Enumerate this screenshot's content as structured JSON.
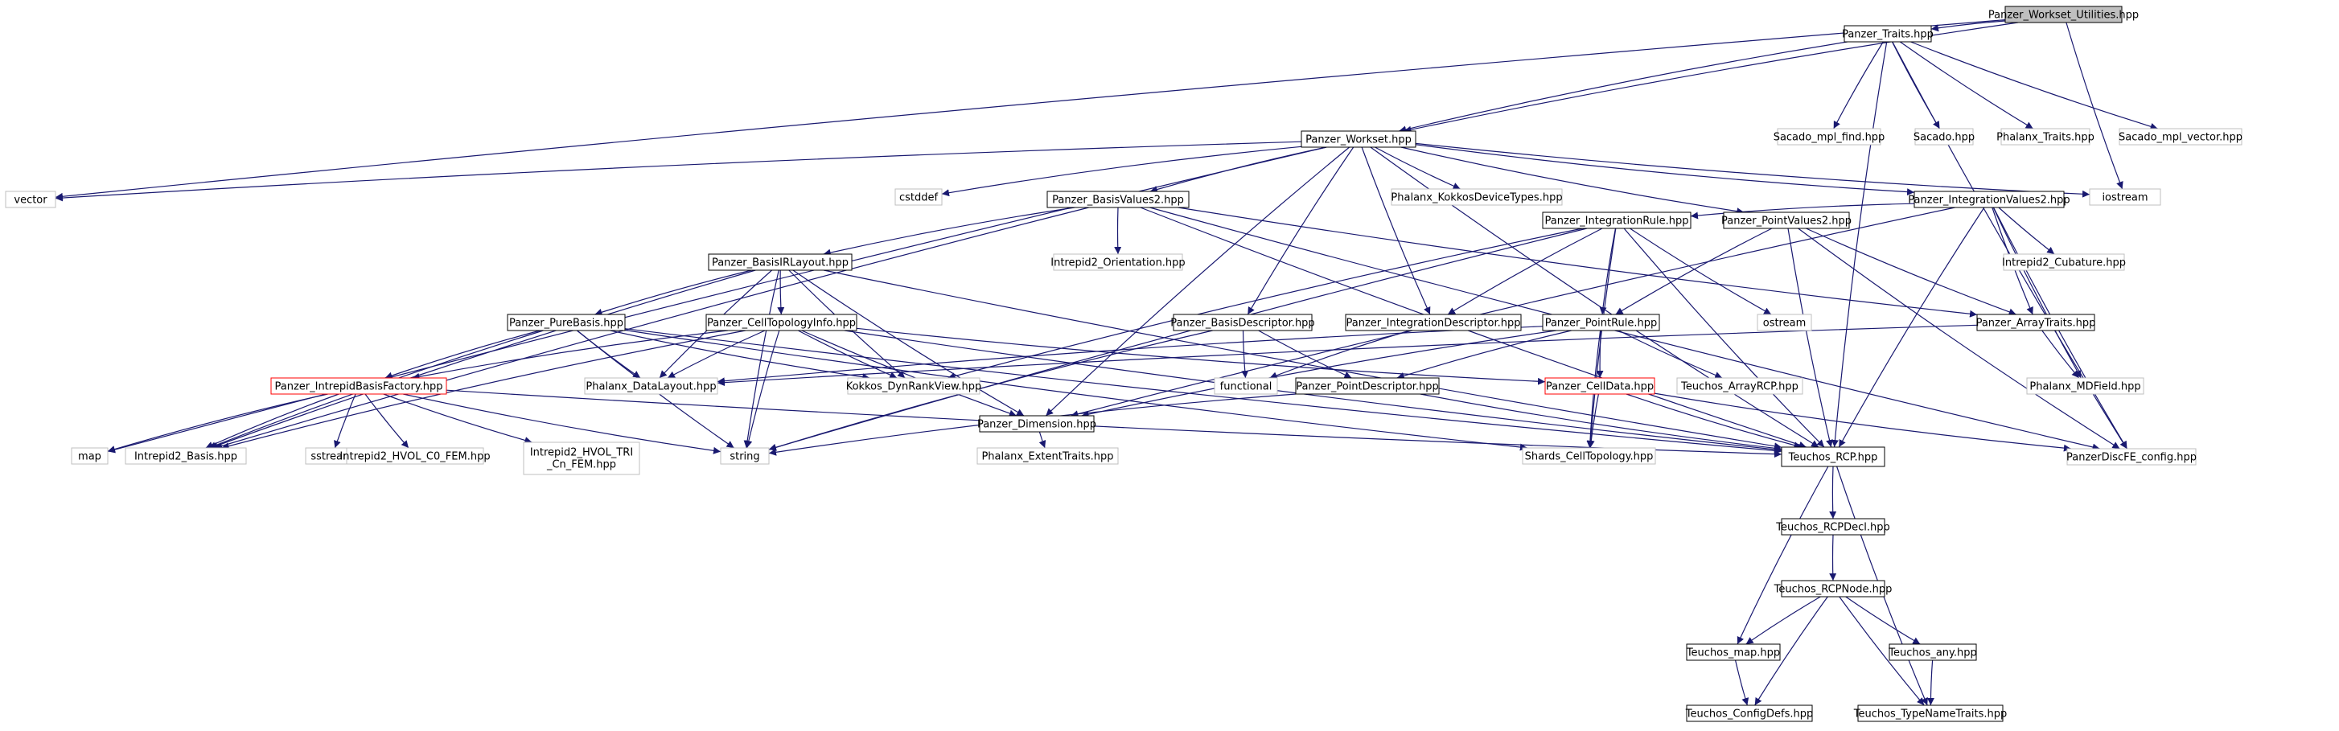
{
  "diagram": {
    "type": "include-dependency-graph",
    "colors": {
      "edge": "#191970",
      "root_fill": "#bfbfbf",
      "node_fill": "#ffffff",
      "documented_border": "#000000",
      "external_border": "#bfbfbf",
      "truncated_border": "#ff0000"
    },
    "nodes": [
      {
        "id": "root",
        "label": "Panzer_Workset_Utilities.hpp",
        "kind": "root"
      },
      {
        "id": "traits",
        "label": "Panzer_Traits.hpp",
        "kind": "documented"
      },
      {
        "id": "vector",
        "label": "vector",
        "kind": "external"
      },
      {
        "id": "workset",
        "label": "Panzer_Workset.hpp",
        "kind": "documented"
      },
      {
        "id": "iostream",
        "label": "iostream",
        "kind": "external"
      },
      {
        "id": "discfe",
        "label": "PanzerDiscFE_config.hpp",
        "kind": "external"
      },
      {
        "id": "mplfind",
        "label": "Sacado_mpl_find.hpp",
        "kind": "external"
      },
      {
        "id": "sacado",
        "label": "Sacado.hpp",
        "kind": "external"
      },
      {
        "id": "phxtraits",
        "label": "Phalanx_Traits.hpp",
        "kind": "external"
      },
      {
        "id": "mplvec",
        "label": "Sacado_mpl_vector.hpp",
        "kind": "external"
      },
      {
        "id": "rcp",
        "label": "Teuchos_RCP.hpp",
        "kind": "documented"
      },
      {
        "id": "map",
        "label": "map",
        "kind": "external"
      },
      {
        "id": "cstddef",
        "label": "cstddef",
        "kind": "external"
      },
      {
        "id": "kokkosdev",
        "label": "Phalanx_KokkosDeviceTypes.hpp",
        "kind": "external"
      },
      {
        "id": "dim",
        "label": "Panzer_Dimension.hpp",
        "kind": "documented"
      },
      {
        "id": "bv2",
        "label": "Panzer_BasisValues2.hpp",
        "kind": "documented"
      },
      {
        "id": "pv2",
        "label": "Panzer_PointValues2.hpp",
        "kind": "documented"
      },
      {
        "id": "iv2",
        "label": "Panzer_IntegrationValues2.hpp",
        "kind": "documented"
      },
      {
        "id": "intdesc",
        "label": "Panzer_IntegrationDescriptor.hpp",
        "kind": "documented"
      },
      {
        "id": "basisdesc",
        "label": "Panzer_BasisDescriptor.hpp",
        "kind": "documented"
      },
      {
        "id": "arraytraits",
        "label": "Panzer_ArrayTraits.hpp",
        "kind": "documented"
      },
      {
        "id": "cubature",
        "label": "Intrepid2_Cubature.hpp",
        "kind": "external"
      },
      {
        "id": "intrule",
        "label": "Panzer_IntegrationRule.hpp",
        "kind": "documented"
      },
      {
        "id": "mdfield",
        "label": "Phalanx_MDField.hpp",
        "kind": "external"
      },
      {
        "id": "shards",
        "label": "Shards_CellTopology.hpp",
        "kind": "external"
      },
      {
        "id": "basislayout",
        "label": "Panzer_BasisIRLayout.hpp",
        "kind": "documented"
      },
      {
        "id": "orient",
        "label": "Intrepid2_Orientation.hpp",
        "kind": "external"
      },
      {
        "id": "i2basis",
        "label": "Intrepid2_Basis.hpp",
        "kind": "external"
      },
      {
        "id": "ptrule",
        "label": "Panzer_PointRule.hpp",
        "kind": "documented"
      },
      {
        "id": "ostream",
        "label": "ostream",
        "kind": "external"
      },
      {
        "id": "purebasis",
        "label": "Panzer_PureBasis.hpp",
        "kind": "documented"
      },
      {
        "id": "celltopo",
        "label": "Panzer_CellTopologyInfo.hpp",
        "kind": "documented"
      },
      {
        "id": "dynrank",
        "label": "Kokkos_DynRankView.hpp",
        "kind": "external"
      },
      {
        "id": "ptdesc",
        "label": "Panzer_PointDescriptor.hpp",
        "kind": "documented"
      },
      {
        "id": "celldata",
        "label": "Panzer_CellData.hpp",
        "kind": "truncated"
      },
      {
        "id": "arrayrcp",
        "label": "Teuchos_ArrayRCP.hpp",
        "kind": "external"
      },
      {
        "id": "datalayout",
        "label": "Phalanx_DataLayout.hpp",
        "kind": "external"
      },
      {
        "id": "ibfactory",
        "label": "Panzer_IntrepidBasisFactory.hpp",
        "kind": "truncated"
      },
      {
        "id": "functional",
        "label": "functional",
        "kind": "external"
      },
      {
        "id": "string",
        "label": "string",
        "kind": "external"
      },
      {
        "id": "sstream",
        "label": "sstream",
        "kind": "external"
      },
      {
        "id": "hvolc0",
        "label": "Intrepid2_HVOL_C0_FEM.hpp",
        "kind": "external"
      },
      {
        "id": "hvoltri",
        "label": "Intrepid2_HVOL_TRI_Cn_FEM.hpp",
        "kind": "external",
        "lines": [
          "Intrepid2_HVOL_TRI",
          "_Cn_FEM.hpp"
        ]
      },
      {
        "id": "extent",
        "label": "Phalanx_ExtentTraits.hpp",
        "kind": "external"
      },
      {
        "id": "rcpdecl",
        "label": "Teuchos_RCPDecl.hpp",
        "kind": "documented"
      },
      {
        "id": "rcpnode",
        "label": "Teuchos_RCPNode.hpp",
        "kind": "documented"
      },
      {
        "id": "tmap",
        "label": "Teuchos_map.hpp",
        "kind": "documented"
      },
      {
        "id": "tany",
        "label": "Teuchos_any.hpp",
        "kind": "documented"
      },
      {
        "id": "configdefs",
        "label": "Teuchos_ConfigDefs.hpp",
        "kind": "documented"
      },
      {
        "id": "typename",
        "label": "Teuchos_TypeNameTraits.hpp",
        "kind": "documented"
      }
    ],
    "edges": [
      [
        "root",
        "traits"
      ],
      [
        "root",
        "vector"
      ],
      [
        "root",
        "workset"
      ],
      [
        "root",
        "iostream"
      ],
      [
        "traits",
        "workset"
      ],
      [
        "traits",
        "mplfind"
      ],
      [
        "traits",
        "sacado"
      ],
      [
        "traits",
        "phxtraits"
      ],
      [
        "traits",
        "mplvec"
      ],
      [
        "traits",
        "rcp"
      ],
      [
        "traits",
        "discfe"
      ],
      [
        "workset",
        "vector"
      ],
      [
        "workset",
        "map"
      ],
      [
        "workset",
        "cstddef"
      ],
      [
        "workset",
        "kokkosdev"
      ],
      [
        "workset",
        "iostream"
      ],
      [
        "workset",
        "bv2"
      ],
      [
        "workset",
        "dim"
      ],
      [
        "workset",
        "basisdesc"
      ],
      [
        "workset",
        "intdesc"
      ],
      [
        "workset",
        "pv2"
      ],
      [
        "workset",
        "iv2"
      ],
      [
        "workset",
        "rcp"
      ],
      [
        "bv2",
        "i2basis"
      ],
      [
        "bv2",
        "basislayout"
      ],
      [
        "bv2",
        "orient"
      ],
      [
        "bv2",
        "arraytraits"
      ],
      [
        "bv2",
        "rcp"
      ],
      [
        "bv2",
        "discfe"
      ],
      [
        "iv2",
        "dim"
      ],
      [
        "iv2",
        "intrule"
      ],
      [
        "iv2",
        "cubature"
      ],
      [
        "iv2",
        "arraytraits"
      ],
      [
        "iv2",
        "mdfield"
      ],
      [
        "iv2",
        "rcp"
      ],
      [
        "iv2",
        "discfe"
      ],
      [
        "pv2",
        "ptrule"
      ],
      [
        "pv2",
        "arraytraits"
      ],
      [
        "pv2",
        "rcp"
      ],
      [
        "pv2",
        "discfe"
      ],
      [
        "intrule",
        "ptrule"
      ],
      [
        "intrule",
        "intdesc"
      ],
      [
        "intrule",
        "ostream"
      ],
      [
        "intrule",
        "string"
      ],
      [
        "intrule",
        "shards"
      ],
      [
        "intrule",
        "rcp"
      ],
      [
        "intrule",
        "dynrank"
      ],
      [
        "ptrule",
        "dim"
      ],
      [
        "ptrule",
        "datalayout"
      ],
      [
        "ptrule",
        "ptdesc"
      ],
      [
        "ptrule",
        "celldata"
      ],
      [
        "ptrule",
        "arrayrcp"
      ],
      [
        "ptrule",
        "shards"
      ],
      [
        "basislayout",
        "purebasis"
      ],
      [
        "basislayout",
        "celltopo"
      ],
      [
        "basislayout",
        "string"
      ],
      [
        "basislayout",
        "datalayout"
      ],
      [
        "basislayout",
        "dynrank"
      ],
      [
        "basislayout",
        "dim"
      ],
      [
        "basislayout",
        "rcp"
      ],
      [
        "basislayout",
        "i2basis"
      ],
      [
        "purebasis",
        "ibfactory"
      ],
      [
        "purebasis",
        "dynrank"
      ],
      [
        "purebasis",
        "datalayout"
      ],
      [
        "purebasis",
        "string"
      ],
      [
        "purebasis",
        "i2basis"
      ],
      [
        "purebasis",
        "rcp"
      ],
      [
        "purebasis",
        "shards"
      ],
      [
        "celltopo",
        "ibfactory"
      ],
      [
        "celltopo",
        "datalayout"
      ],
      [
        "celltopo",
        "dynrank"
      ],
      [
        "celltopo",
        "string"
      ],
      [
        "celltopo",
        "dim"
      ],
      [
        "celltopo",
        "celldata"
      ],
      [
        "celltopo",
        "rcp"
      ],
      [
        "celltopo",
        "i2basis"
      ],
      [
        "ibfactory",
        "map"
      ],
      [
        "ibfactory",
        "i2basis"
      ],
      [
        "ibfactory",
        "sstream"
      ],
      [
        "ibfactory",
        "hvolc0"
      ],
      [
        "ibfactory",
        "hvoltri"
      ],
      [
        "ibfactory",
        "string"
      ],
      [
        "ibfactory",
        "rcp"
      ],
      [
        "basisdesc",
        "functional"
      ],
      [
        "basisdesc",
        "ptdesc"
      ],
      [
        "basisdesc",
        "string"
      ],
      [
        "intdesc",
        "functional"
      ],
      [
        "ptdesc",
        "string"
      ],
      [
        "ptdesc",
        "rcp"
      ],
      [
        "dim",
        "extent"
      ],
      [
        "arraytraits",
        "mdfield"
      ],
      [
        "arraytraits",
        "datalayout"
      ],
      [
        "celldata",
        "shards"
      ],
      [
        "celldata",
        "rcp"
      ],
      [
        "celldata",
        "discfe"
      ],
      [
        "rcp",
        "rcpdecl"
      ],
      [
        "rcp",
        "tmap"
      ],
      [
        "rcp",
        "typename"
      ],
      [
        "rcpdecl",
        "rcpnode"
      ],
      [
        "rcpnode",
        "tmap"
      ],
      [
        "rcpnode",
        "tany"
      ],
      [
        "rcpnode",
        "configdefs"
      ],
      [
        "rcpnode",
        "typename"
      ],
      [
        "tmap",
        "configdefs"
      ],
      [
        "tany",
        "typename"
      ]
    ]
  }
}
